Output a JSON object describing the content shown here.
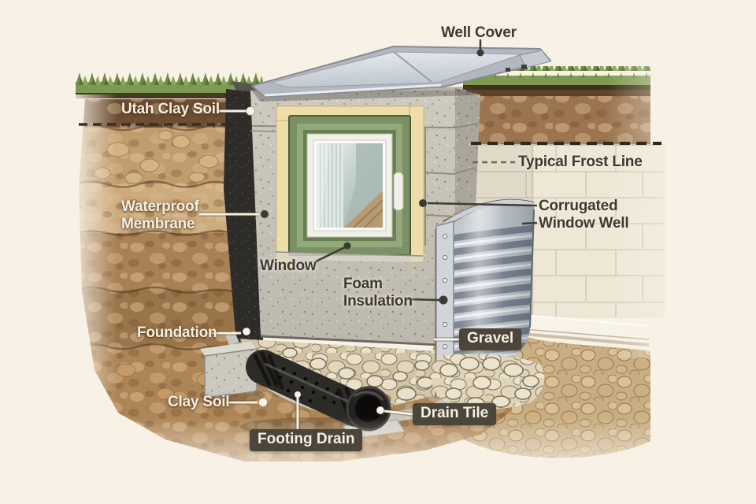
{
  "labels": {
    "well_cover": "Well Cover",
    "utah_clay_soil": "Utah Clay Soil",
    "typical_frost_line": "Typical Frost Line",
    "waterproof_membrane": "Waterproof\nMembrane",
    "window": "Window",
    "corrugated_window_well": "Corrugated\nWindow Well",
    "foam_insulation": "Foam\nInsulation",
    "foundation": "Foundation",
    "gravel": "Gravel",
    "clay_soil": "Clay Soil",
    "footing_drain": "Footing Drain",
    "drain_tile": "Drain Tile"
  },
  "colors": {
    "background": "#f8f1e6",
    "label_light": "#f5efe2",
    "label_dark": "#3e3a31",
    "badge_bg": "#4b453b",
    "topsoil_dark": "#6d4f33",
    "clay_tan": "#c19c6f",
    "soil_brown": "#ac8257",
    "grass_green": "#7d9a52",
    "concrete_gray": "#c7c3b9",
    "membrane_charcoal": "#2e2c28",
    "foam_tan": "#ecdda9",
    "window_green": "#7a9163",
    "galvanized_metal": "#c3c9cf",
    "gravel_cream": "#e9e0cb",
    "ground_tan": "#c8ae82",
    "wall_cream": "#efe7d6",
    "cover_gray": "#c0c7cf",
    "pipe_black": "#2c2b28"
  }
}
